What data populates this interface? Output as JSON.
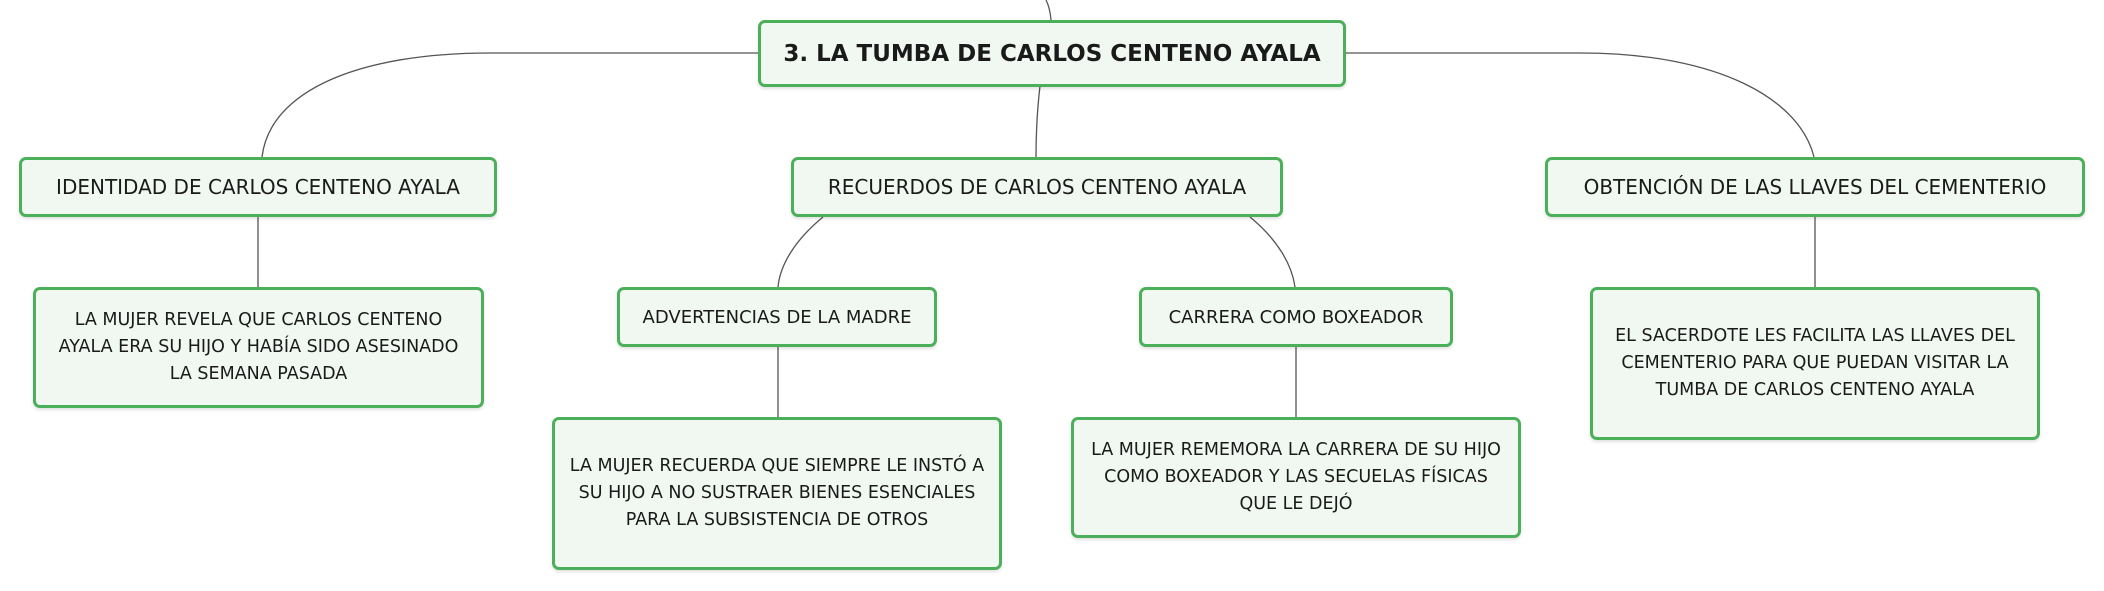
{
  "root": {
    "label": "3. LA TUMBA DE CARLOS CENTENO AYALA"
  },
  "branches": [
    {
      "label": "IDENTIDAD DE CARLOS CENTENO AYALA",
      "detail": "LA MUJER REVELA QUE CARLOS CENTENO AYALA ERA SU HIJO Y HABÍA SIDO ASESINADO LA SEMANA PASADA"
    },
    {
      "label": "RECUERDOS DE CARLOS CENTENO AYALA",
      "children": [
        {
          "label": "ADVERTENCIAS DE LA MADRE",
          "detail": "LA MUJER RECUERDA QUE SIEMPRE LE INSTÓ A SU HIJO A NO SUSTRAER BIENES ESENCIALES PARA LA SUBSISTENCIA DE OTROS"
        },
        {
          "label": "CARRERA COMO BOXEADOR",
          "detail": "LA MUJER REMEMORA LA CARRERA DE SU HIJO COMO BOXEADOR Y LAS SECUELAS FÍSICAS QUE LE DEJÓ"
        }
      ]
    },
    {
      "label": "OBTENCIÓN DE LAS LLAVES DEL CEMENTERIO",
      "detail": "EL SACERDOTE LES FACILITA LAS LLAVES DEL CEMENTERIO PARA QUE PUEDAN VISITAR LA TUMBA DE CARLOS CENTENO AYALA"
    }
  ],
  "colors": {
    "border": "#4caf5a",
    "fill": "#f1f8f2",
    "line": "#555555"
  }
}
